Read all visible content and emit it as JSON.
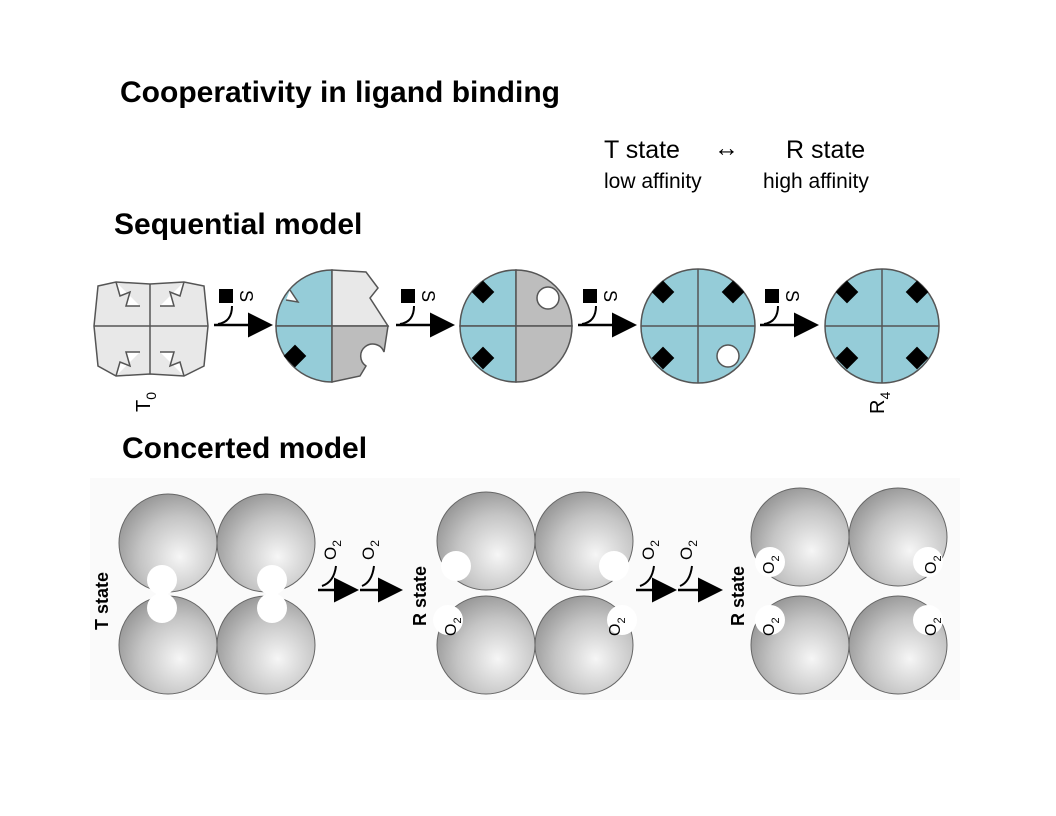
{
  "title": "Cooperativity in ligand binding",
  "legend": {
    "t_state": "T state",
    "arrow": "↔",
    "r_state": "R state",
    "t_affinity": "low affinity",
    "r_affinity": "high affinity"
  },
  "sequential": {
    "heading": "Sequential model",
    "ligand_label": "S",
    "start_label": "T",
    "start_sub": "0",
    "end_label": "R",
    "end_sub": "4"
  },
  "concerted": {
    "heading": "Concerted model",
    "t_label": "T state",
    "r_label": "R state",
    "o2_label": "O",
    "o2_sub": "2"
  },
  "colors": {
    "blue": "#95ccd8",
    "light_gray": "#e8e8e8",
    "mid_gray": "#bdbdbd",
    "sphere_dark": "#8a8a8a",
    "sphere_light": "#f4f4f4"
  }
}
